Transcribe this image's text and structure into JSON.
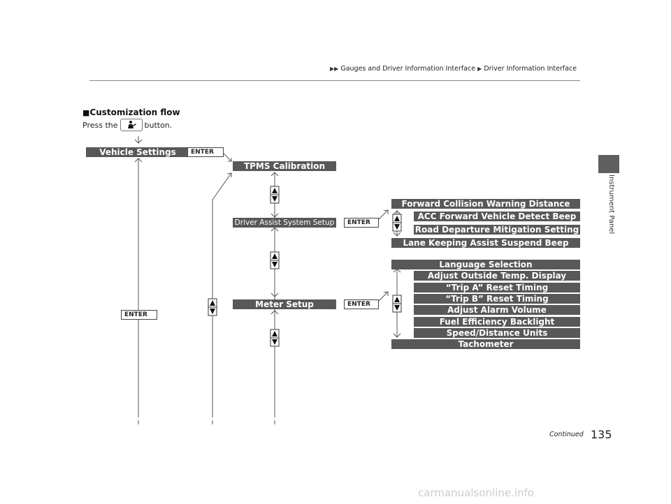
{
  "breadcrumb": {
    "part1": "Gauges and Driver Information Interface",
    "part2": "Driver Information Interface"
  },
  "side_tab_label": "Instrument Panel",
  "section": {
    "heading": "Customization flow",
    "instruction_pre": "Press the",
    "instruction_post": "button."
  },
  "flow": {
    "vehicle_settings": "Vehicle Settings",
    "tpms_calibration": "TPMS Calibration",
    "driver_assist_setup": "Driver Assist System Setup",
    "meter_setup": "Meter Setup",
    "enter_label": "ENTER",
    "driver_assist_items": [
      "Forward Collision Warning Distance",
      "ACC Forward Vehicle Detect Beep",
      "Road Departure Mitigation Setting",
      "Lane Keeping Assist Suspend Beep"
    ],
    "meter_items": [
      "Language Selection",
      "Adjust Outside Temp. Display",
      "“Trip A” Reset Timing",
      "“Trip B” Reset Timing",
      "Adjust Alarm Volume",
      "Fuel Efficiency Backlight",
      "Speed/Distance Units",
      "Tachometer"
    ]
  },
  "footer": {
    "continued": "Continued",
    "page_number": "135",
    "watermark": "carmanualsonline.info"
  }
}
